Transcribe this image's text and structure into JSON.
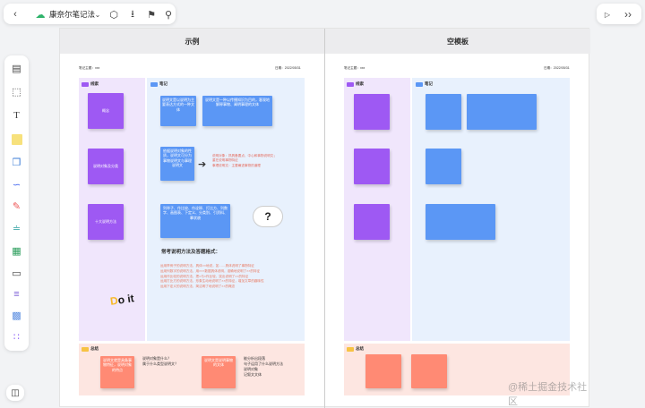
{
  "app": {
    "title": "康奈尔笔记法"
  },
  "toolbar_icons": [
    "back-icon",
    "cloud-sync-icon",
    "settings-icon",
    "download-icon",
    "tag-icon",
    "search-icon"
  ],
  "panels": {
    "left_title": "示例",
    "right_title": "空模板"
  },
  "meta": {
    "author_label": "笔记主题：xxx",
    "date_label": "日期：2022/05/31"
  },
  "sections": {
    "clue": "线索",
    "note": "笔记",
    "summary": "总结"
  },
  "example": {
    "clues": [
      "概念",
      "说明对象及分类",
      "十大说明方法"
    ],
    "notes": [
      "说明文是以说明为主要表达方式的一种文体",
      "说明文是一种以传播知识为目的，客观地解释事物、阐明事理的文体",
      "依据说明对象的性质，说明文可分为事物说明文与事理说明文",
      "列举子、作比较、作诠释、打比方、列数字、画图表、下定义、分类别、引资料、摹状貌"
    ],
    "note_detail": [
      "说明对象：抓具备要点、中心和事物说明文；重在说明事物特征",
      "事理说明文：主要阐述事物的道理"
    ],
    "bold_title": "常考说明方法及答题格式：",
    "methods": [
      "运用举例子的说明方法，具体××地说，如……具体说明了事物特征",
      "运用列数字的说明方法，用×××数据具体说明，准确地说明了××的特征",
      "运用作比较的说明方法，把×与×作比较，突出说明了××的特征",
      "运用打比方的说明方法，形象生动地说明了××的特征，增加文章的趣味性",
      "运用下定义的说明方法，简洁明了地说明了××的概念"
    ],
    "summary_notes": [
      "说明文就是具备事物特征，说明对象的特点",
      "说明文是说明事物的文体"
    ],
    "summary_q": [
      "说明对象是什么？",
      "属于什么类型说明文？"
    ],
    "summary_a": [
      "能分析出段落",
      "句子运用了什么说明方法",
      "说明对象",
      "记叙文文体"
    ]
  },
  "left_tools": [
    "page-icon",
    "frame-icon",
    "text-icon",
    "sticky-icon",
    "shape-icon",
    "connector-icon",
    "pen-icon",
    "mindmap-icon",
    "table-icon",
    "template-icon",
    "list-icon",
    "grid-icon",
    "more-icon"
  ],
  "right_tools": [
    "play-icon",
    "toggle-panel-icon"
  ],
  "watermark": "@稀土掘金技术社区",
  "colors": {
    "purple": "#9e59f3",
    "blue": "#5b97f5",
    "orange": "#ff8a74",
    "clue_bg": "#f0e6fc",
    "note_bg": "#e8f1fd",
    "summary_bg": "#fde6e1"
  }
}
